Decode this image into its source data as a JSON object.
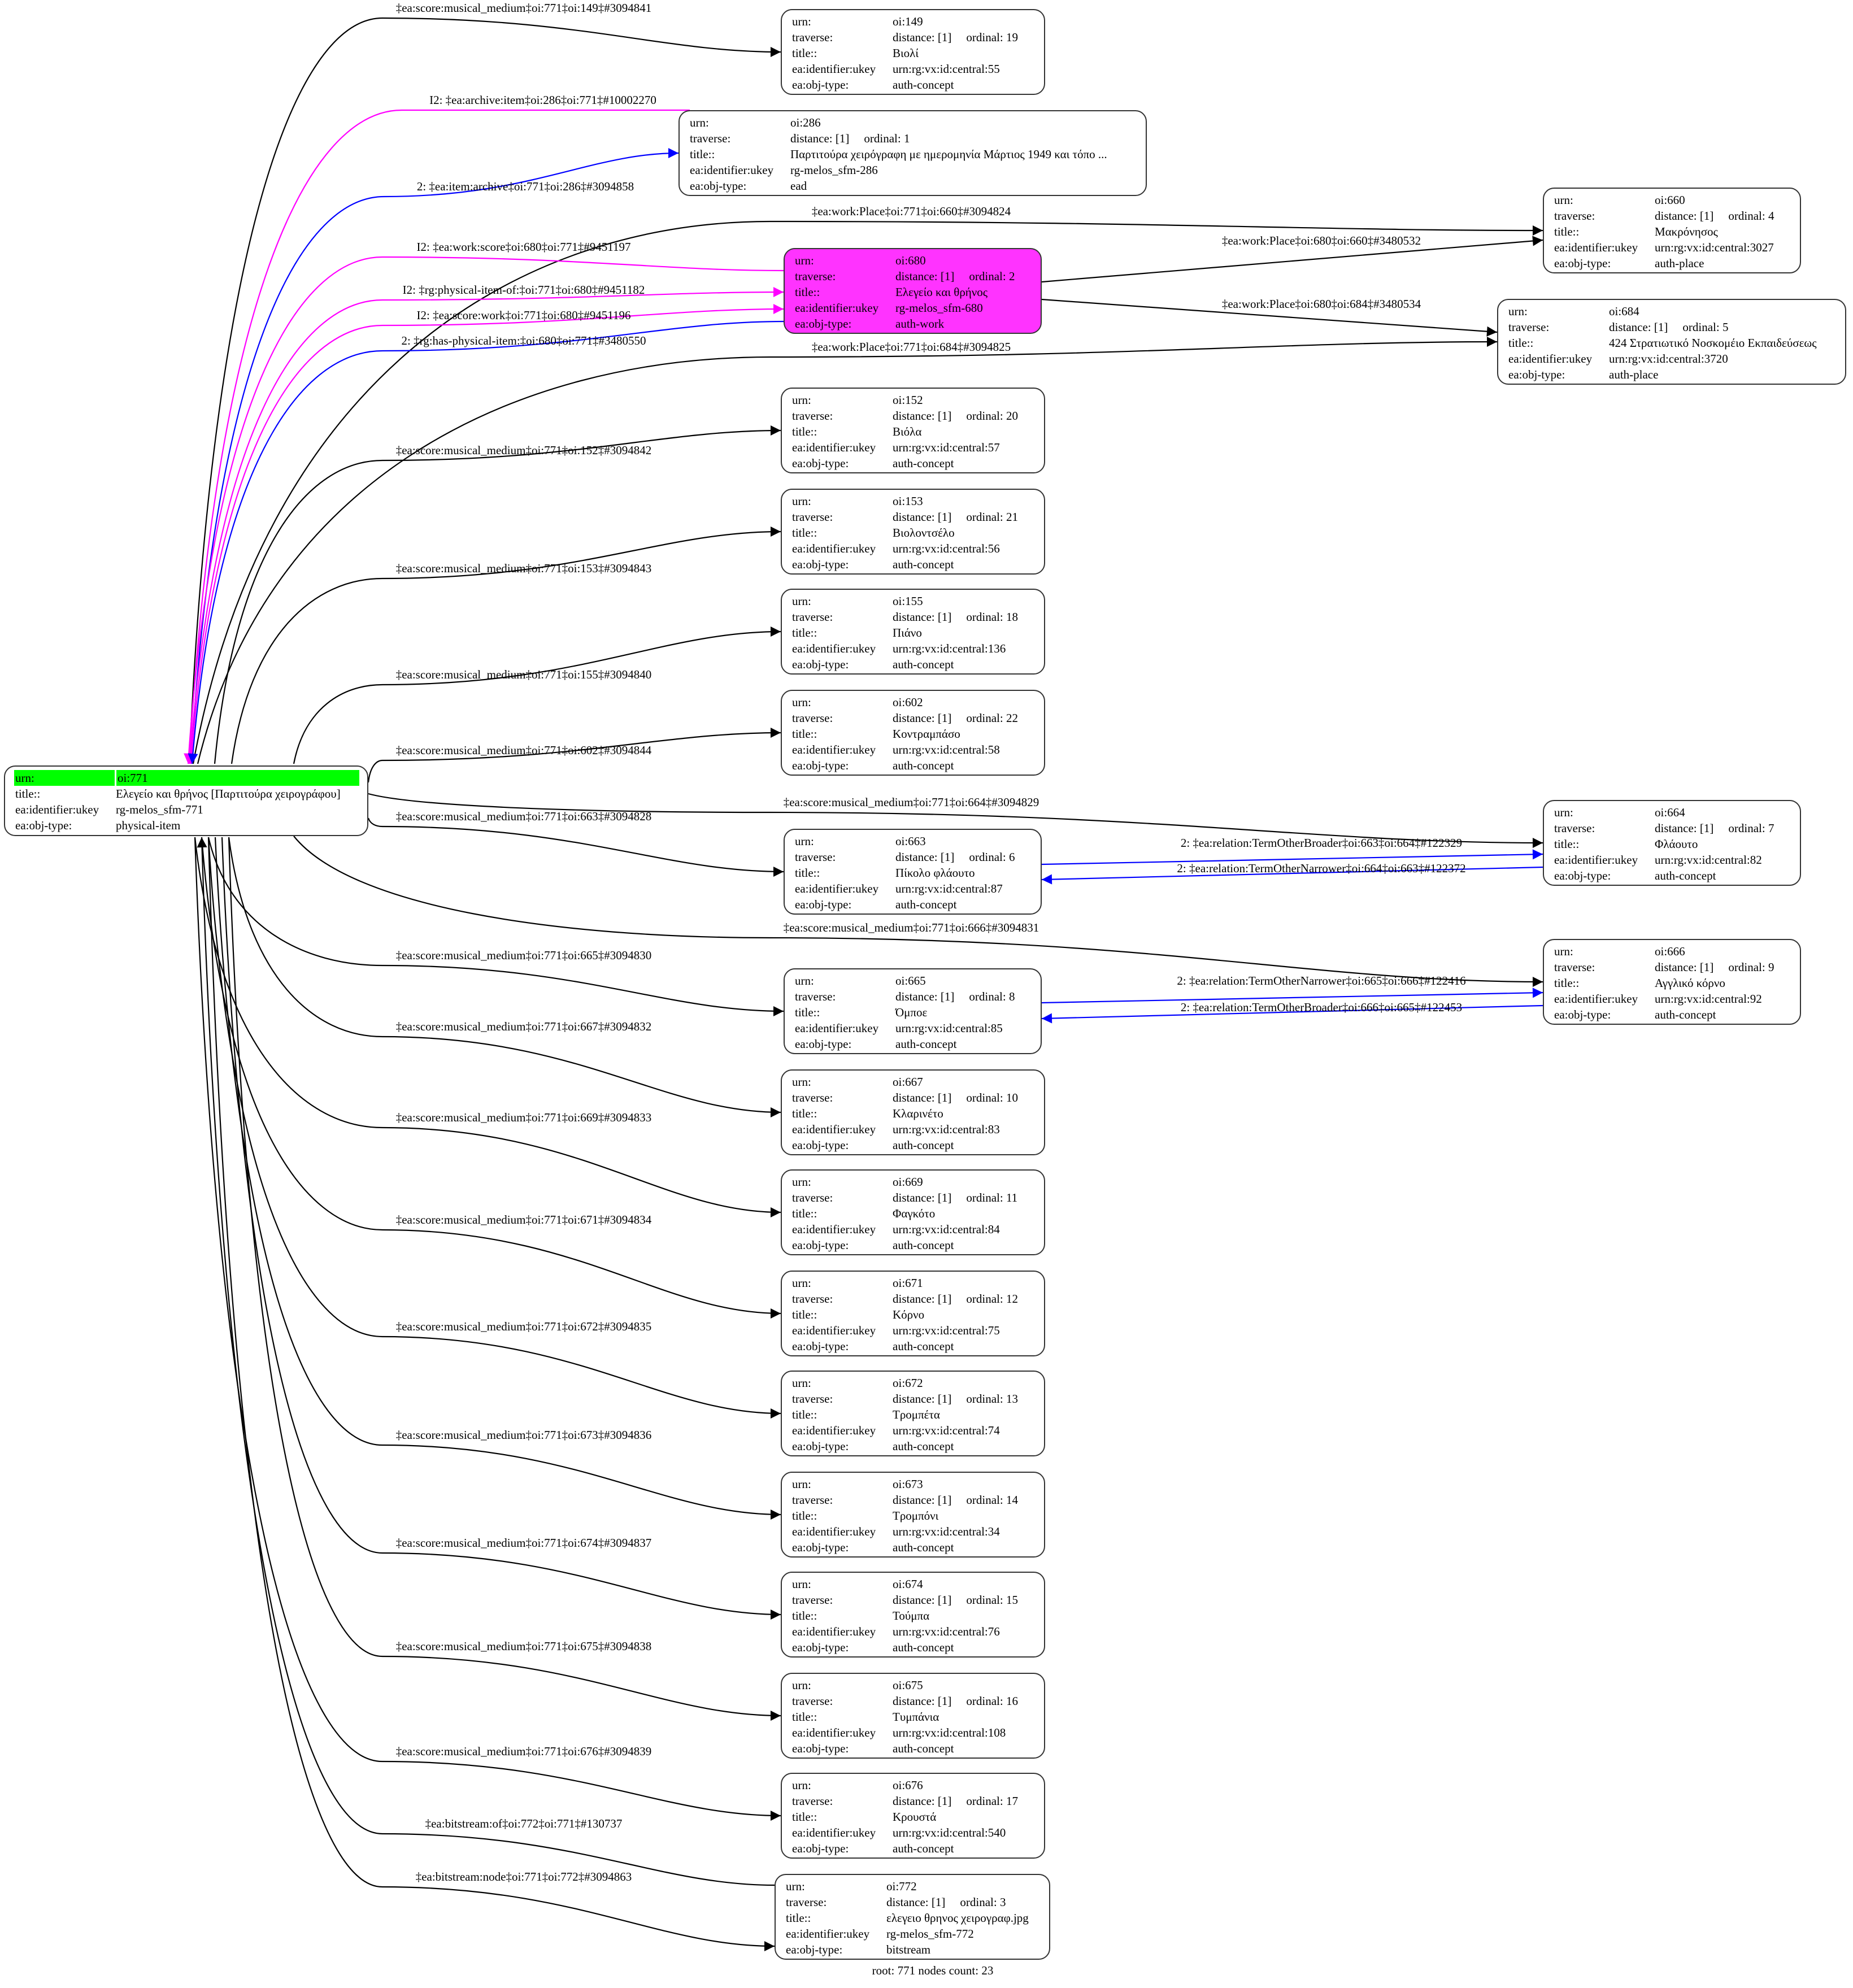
{
  "field_labels": {
    "urn": "urn:",
    "traverse": "traverse:",
    "title": "title::",
    "ukey": "ea:identifier:ukey",
    "obj_type": "ea:obj-type:"
  },
  "colors": {
    "default_edge": "#000000",
    "inverse_edge": "#ff00ff",
    "relation_edge": "#0000ff",
    "root_highlight": "#00ff00",
    "work_highlight": "#ff33ff"
  },
  "nodes": [
    {
      "id": "771",
      "urn": "oi:771",
      "title": "Ελεγείο και θρήνος [Παρτιτούρα χειρογράφου]",
      "ukey": "rg-melos_sfm-771",
      "obj_type": "physical-item",
      "root": true
    },
    {
      "id": "149",
      "urn": "oi:149",
      "distance": "distance: [1]",
      "ordinal": "ordinal: 19",
      "title": "Βιολί",
      "ukey": "urn:rg:vx:id:central:55",
      "obj_type": "auth-concept"
    },
    {
      "id": "286",
      "urn": "oi:286",
      "distance": "distance: [1]",
      "ordinal": "ordinal: 1",
      "title": "Παρτιτούρα χειρόγραφη με ημερομηνία Μάρτιος 1949 και τόπο ...",
      "ukey": "rg-melos_sfm-286",
      "obj_type": "ead"
    },
    {
      "id": "660",
      "urn": "oi:660",
      "distance": "distance: [1]",
      "ordinal": "ordinal: 4",
      "title": "Μακρόνησος",
      "ukey": "urn:rg:vx:id:central:3027",
      "obj_type": "auth-place"
    },
    {
      "id": "680",
      "urn": "oi:680",
      "distance": "distance: [1]",
      "ordinal": "ordinal: 2",
      "title": "Ελεγείο και θρήνος",
      "ukey": "rg-melos_sfm-680",
      "obj_type": "auth-work",
      "highlight": true
    },
    {
      "id": "684",
      "urn": "oi:684",
      "distance": "distance: [1]",
      "ordinal": "ordinal: 5",
      "title": "424 Στρατιωτικό Νοσκομέιο Εκπαιδεύσεως",
      "ukey": "urn:rg:vx:id:central:3720",
      "obj_type": "auth-place"
    },
    {
      "id": "152",
      "urn": "oi:152",
      "distance": "distance: [1]",
      "ordinal": "ordinal: 20",
      "title": "Βιόλα",
      "ukey": "urn:rg:vx:id:central:57",
      "obj_type": "auth-concept"
    },
    {
      "id": "153",
      "urn": "oi:153",
      "distance": "distance: [1]",
      "ordinal": "ordinal: 21",
      "title": "Βιολοντσέλο",
      "ukey": "urn:rg:vx:id:central:56",
      "obj_type": "auth-concept"
    },
    {
      "id": "155",
      "urn": "oi:155",
      "distance": "distance: [1]",
      "ordinal": "ordinal: 18",
      "title": "Πιάνο",
      "ukey": "urn:rg:vx:id:central:136",
      "obj_type": "auth-concept"
    },
    {
      "id": "602",
      "urn": "oi:602",
      "distance": "distance: [1]",
      "ordinal": "ordinal: 22",
      "title": "Κοντραμπάσο",
      "ukey": "urn:rg:vx:id:central:58",
      "obj_type": "auth-concept"
    },
    {
      "id": "664",
      "urn": "oi:664",
      "distance": "distance: [1]",
      "ordinal": "ordinal: 7",
      "title": "Φλάουτο",
      "ukey": "urn:rg:vx:id:central:82",
      "obj_type": "auth-concept"
    },
    {
      "id": "663",
      "urn": "oi:663",
      "distance": "distance: [1]",
      "ordinal": "ordinal: 6",
      "title": "Πίκολο φλάουτο",
      "ukey": "urn:rg:vx:id:central:87",
      "obj_type": "auth-concept"
    },
    {
      "id": "666",
      "urn": "oi:666",
      "distance": "distance: [1]",
      "ordinal": "ordinal: 9",
      "title": "Αγγλικό κόρνο",
      "ukey": "urn:rg:vx:id:central:92",
      "obj_type": "auth-concept"
    },
    {
      "id": "665",
      "urn": "oi:665",
      "distance": "distance: [1]",
      "ordinal": "ordinal: 8",
      "title": "Όμποε",
      "ukey": "urn:rg:vx:id:central:85",
      "obj_type": "auth-concept"
    },
    {
      "id": "667",
      "urn": "oi:667",
      "distance": "distance: [1]",
      "ordinal": "ordinal: 10",
      "title": "Κλαρινέτο",
      "ukey": "urn:rg:vx:id:central:83",
      "obj_type": "auth-concept"
    },
    {
      "id": "669",
      "urn": "oi:669",
      "distance": "distance: [1]",
      "ordinal": "ordinal: 11",
      "title": "Φαγκότο",
      "ukey": "urn:rg:vx:id:central:84",
      "obj_type": "auth-concept"
    },
    {
      "id": "671",
      "urn": "oi:671",
      "distance": "distance: [1]",
      "ordinal": "ordinal: 12",
      "title": "Κόρνο",
      "ukey": "urn:rg:vx:id:central:75",
      "obj_type": "auth-concept"
    },
    {
      "id": "672",
      "urn": "oi:672",
      "distance": "distance: [1]",
      "ordinal": "ordinal: 13",
      "title": "Τρομπέτα",
      "ukey": "urn:rg:vx:id:central:74",
      "obj_type": "auth-concept"
    },
    {
      "id": "673",
      "urn": "oi:673",
      "distance": "distance: [1]",
      "ordinal": "ordinal: 14",
      "title": "Τρομπόνι",
      "ukey": "urn:rg:vx:id:central:34",
      "obj_type": "auth-concept"
    },
    {
      "id": "674",
      "urn": "oi:674",
      "distance": "distance: [1]",
      "ordinal": "ordinal: 15",
      "title": "Τούμπα",
      "ukey": "urn:rg:vx:id:central:76",
      "obj_type": "auth-concept"
    },
    {
      "id": "675",
      "urn": "oi:675",
      "distance": "distance: [1]",
      "ordinal": "ordinal: 16",
      "title": "Τυμπάνια",
      "ukey": "urn:rg:vx:id:central:108",
      "obj_type": "auth-concept"
    },
    {
      "id": "676",
      "urn": "oi:676",
      "distance": "distance: [1]",
      "ordinal": "ordinal: 17",
      "title": "Κρουστά",
      "ukey": "urn:rg:vx:id:central:540",
      "obj_type": "auth-concept"
    },
    {
      "id": "772",
      "urn": "oi:772",
      "distance": "distance: [1]",
      "ordinal": "ordinal: 3",
      "title": "ελεγειο θρηνος χειρογραφ.jpg",
      "ukey": "rg-melos_sfm-772",
      "obj_type": "bitstream"
    }
  ],
  "edges": [
    {
      "from": "771",
      "to": "149",
      "color": "#000000",
      "label": "‡ea:score:musical_medium‡oi:771‡oi:149‡#3094841"
    },
    {
      "from": "286",
      "to": "771",
      "color": "#ff00ff",
      "label": "I2: ‡ea:archive:item‡oi:286‡oi:771‡#10002270"
    },
    {
      "from": "771",
      "to": "286",
      "color": "#0000ff",
      "label": "2: ‡ea:item:archive‡oi:771‡oi:286‡#3094858"
    },
    {
      "from": "771",
      "to": "660",
      "color": "#000000",
      "label": "‡ea:work:Place‡oi:771‡oi:660‡#3094824"
    },
    {
      "from": "680",
      "to": "771",
      "color": "#ff00ff",
      "label": "I2: ‡ea:work:score‡oi:680‡oi:771‡#9451197"
    },
    {
      "from": "771",
      "to": "680",
      "color": "#ff00ff",
      "label": "I2: ‡rg:physical-item-of:‡oi:771‡oi:680‡#9451182"
    },
    {
      "from": "771",
      "to": "680",
      "color": "#ff00ff",
      "label": "I2: ‡ea:score:work‡oi:771‡oi:680‡#9451196"
    },
    {
      "from": "680",
      "to": "771",
      "color": "#0000ff",
      "label": "2: ‡rg:has-physical-item:‡oi:680‡oi:771‡#3480550"
    },
    {
      "from": "680",
      "to": "660",
      "color": "#000000",
      "label": "‡ea:work:Place‡oi:680‡oi:660‡#3480532"
    },
    {
      "from": "680",
      "to": "684",
      "color": "#000000",
      "label": "‡ea:work:Place‡oi:680‡oi:684‡#3480534"
    },
    {
      "from": "771",
      "to": "684",
      "color": "#000000",
      "label": "‡ea:work:Place‡oi:771‡oi:684‡#3094825"
    },
    {
      "from": "771",
      "to": "152",
      "color": "#000000",
      "label": "‡ea:score:musical_medium‡oi:771‡oi:152‡#3094842"
    },
    {
      "from": "771",
      "to": "153",
      "color": "#000000",
      "label": "‡ea:score:musical_medium‡oi:771‡oi:153‡#3094843"
    },
    {
      "from": "771",
      "to": "155",
      "color": "#000000",
      "label": "‡ea:score:musical_medium‡oi:771‡oi:155‡#3094840"
    },
    {
      "from": "771",
      "to": "602",
      "color": "#000000",
      "label": "‡ea:score:musical_medium‡oi:771‡oi:602‡#3094844"
    },
    {
      "from": "771",
      "to": "664",
      "color": "#000000",
      "label": "‡ea:score:musical_medium‡oi:771‡oi:664‡#3094829"
    },
    {
      "from": "771",
      "to": "663",
      "color": "#000000",
      "label": "‡ea:score:musical_medium‡oi:771‡oi:663‡#3094828"
    },
    {
      "from": "663",
      "to": "664",
      "color": "#0000ff",
      "label": "2: ‡ea:relation:TermOtherBroader‡oi:663‡oi:664‡#122329"
    },
    {
      "from": "664",
      "to": "663",
      "color": "#0000ff",
      "label": "2: ‡ea:relation:TermOtherNarrower‡oi:664‡oi:663‡#122372"
    },
    {
      "from": "771",
      "to": "666",
      "color": "#000000",
      "label": "‡ea:score:musical_medium‡oi:771‡oi:666‡#3094831"
    },
    {
      "from": "771",
      "to": "665",
      "color": "#000000",
      "label": "‡ea:score:musical_medium‡oi:771‡oi:665‡#3094830"
    },
    {
      "from": "665",
      "to": "666",
      "color": "#0000ff",
      "label": "2: ‡ea:relation:TermOtherNarrower‡oi:665‡oi:666‡#122416"
    },
    {
      "from": "666",
      "to": "665",
      "color": "#0000ff",
      "label": "2: ‡ea:relation:TermOtherBroader‡oi:666‡oi:665‡#122453"
    },
    {
      "from": "771",
      "to": "667",
      "color": "#000000",
      "label": "‡ea:score:musical_medium‡oi:771‡oi:667‡#3094832"
    },
    {
      "from": "771",
      "to": "669",
      "color": "#000000",
      "label": "‡ea:score:musical_medium‡oi:771‡oi:669‡#3094833"
    },
    {
      "from": "771",
      "to": "671",
      "color": "#000000",
      "label": "‡ea:score:musical_medium‡oi:771‡oi:671‡#3094834"
    },
    {
      "from": "771",
      "to": "672",
      "color": "#000000",
      "label": "‡ea:score:musical_medium‡oi:771‡oi:672‡#3094835"
    },
    {
      "from": "771",
      "to": "673",
      "color": "#000000",
      "label": "‡ea:score:musical_medium‡oi:771‡oi:673‡#3094836"
    },
    {
      "from": "771",
      "to": "674",
      "color": "#000000",
      "label": "‡ea:score:musical_medium‡oi:771‡oi:674‡#3094837"
    },
    {
      "from": "771",
      "to": "675",
      "color": "#000000",
      "label": "‡ea:score:musical_medium‡oi:771‡oi:675‡#3094838"
    },
    {
      "from": "771",
      "to": "676",
      "color": "#000000",
      "label": "‡ea:score:musical_medium‡oi:771‡oi:676‡#3094839"
    },
    {
      "from": "772",
      "to": "771",
      "color": "#000000",
      "label": "‡ea:bitstream:of‡oi:772‡oi:771‡#130737"
    },
    {
      "from": "771",
      "to": "772",
      "color": "#000000",
      "label": "‡ea:bitstream:node‡oi:771‡oi:772‡#3094863"
    }
  ],
  "footer": "root: 771 nodes count: 23"
}
